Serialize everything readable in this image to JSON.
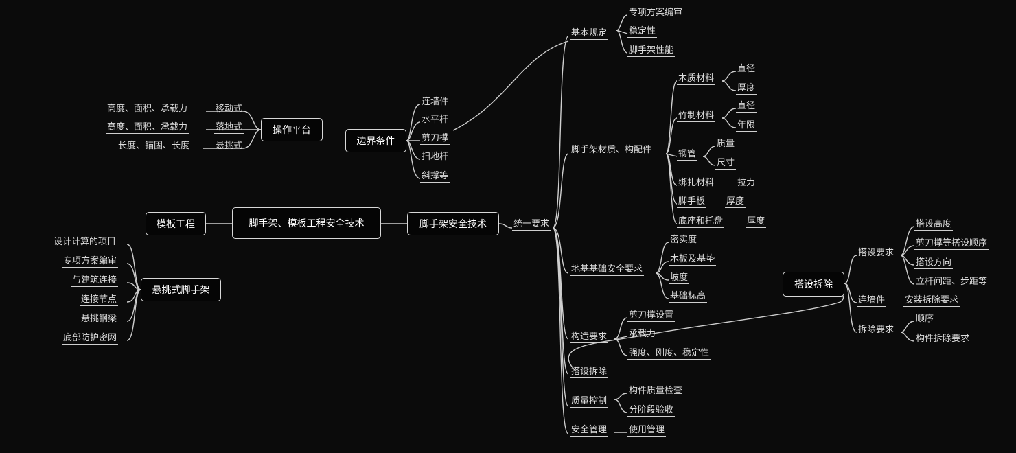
{
  "nodes": {
    "root": "脚手架、模板工程安全技术",
    "formwork": "模板工程",
    "scaffold_tech": "脚手架安全技术",
    "boundary": "边界条件",
    "platform": "操作平台",
    "cantilever_scaffold": "悬挑式脚手架",
    "erect_dismantle": "搭设拆除"
  },
  "boundary_items": [
    "连墙件",
    "水平杆",
    "剪刀撑",
    "扫地杆",
    "斜撑等"
  ],
  "platform_rows": [
    {
      "props": "高度、面积、承载力",
      "type": "移动式"
    },
    {
      "props": "高度、面积、承载力",
      "type": "落地式"
    },
    {
      "props": "长度、锚固、长度",
      "type": "悬挑式"
    }
  ],
  "cantilever_items": [
    "设计计算的项目",
    "专项方案编审",
    "与建筑连接",
    "连接节点",
    "悬挑钢梁",
    "底部防护密网"
  ],
  "unified": {
    "label": "统一要求",
    "basic": {
      "label": "基本规定",
      "items": [
        "专项方案编审",
        "稳定性",
        "脚手架性能"
      ]
    },
    "materials": {
      "label": "脚手架材质、构配件",
      "groups": [
        {
          "name": "木质材料",
          "items": [
            "直径",
            "厚度"
          ]
        },
        {
          "name": "竹制材料",
          "items": [
            "直径",
            "年限"
          ]
        },
        {
          "name": "钢管",
          "items": [
            "质量",
            "尺寸"
          ]
        },
        {
          "name": "绑扎材料",
          "items": [
            "拉力"
          ]
        },
        {
          "name": "脚手板",
          "items": [
            "厚度"
          ]
        },
        {
          "name": "底座和托盘",
          "items": [
            "厚度"
          ]
        }
      ]
    },
    "foundation": {
      "label": "地基基础安全要求",
      "items": [
        "密实度",
        "木板及基垫",
        "坡度",
        "基础标高"
      ]
    },
    "structure": {
      "label": "构造要求",
      "items": [
        "剪刀撑设置",
        "承载力",
        "强度、刚度、稳定性"
      ]
    },
    "erect": {
      "label": "搭设拆除"
    },
    "quality": {
      "label": "质量控制",
      "items": [
        "构件质量检查",
        "分阶段验收"
      ]
    },
    "safety": {
      "label": "安全管理",
      "items": [
        "使用管理"
      ]
    }
  },
  "erect_branch": {
    "setup": {
      "label": "搭设要求",
      "items": [
        "搭设高度",
        "剪刀撑等搭设顺序",
        "搭设方向",
        "立杆间距、步距等"
      ]
    },
    "connector": {
      "label": "连墙件",
      "item": "安装拆除要求"
    },
    "dismantle": {
      "label": "拆除要求",
      "items": [
        "顺序",
        "构件拆除要求"
      ]
    }
  }
}
